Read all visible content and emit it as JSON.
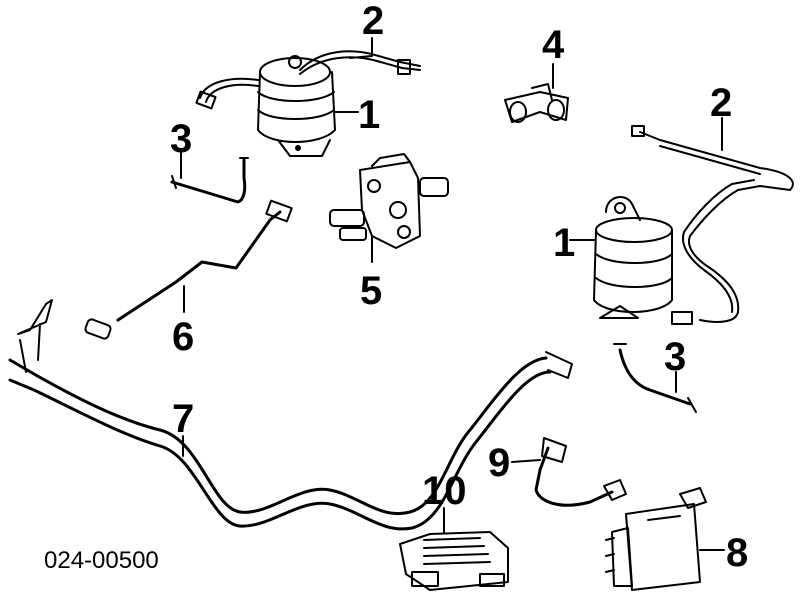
{
  "callouts": {
    "c2a": "2",
    "c4": "4",
    "c1a": "1",
    "c3a": "3",
    "c2b": "2",
    "c5": "5",
    "c1b": "1",
    "c6": "6",
    "c3b": "3",
    "c7": "7",
    "c9": "9",
    "c10": "10",
    "c8": "8"
  },
  "diagram_code": "024-00500"
}
